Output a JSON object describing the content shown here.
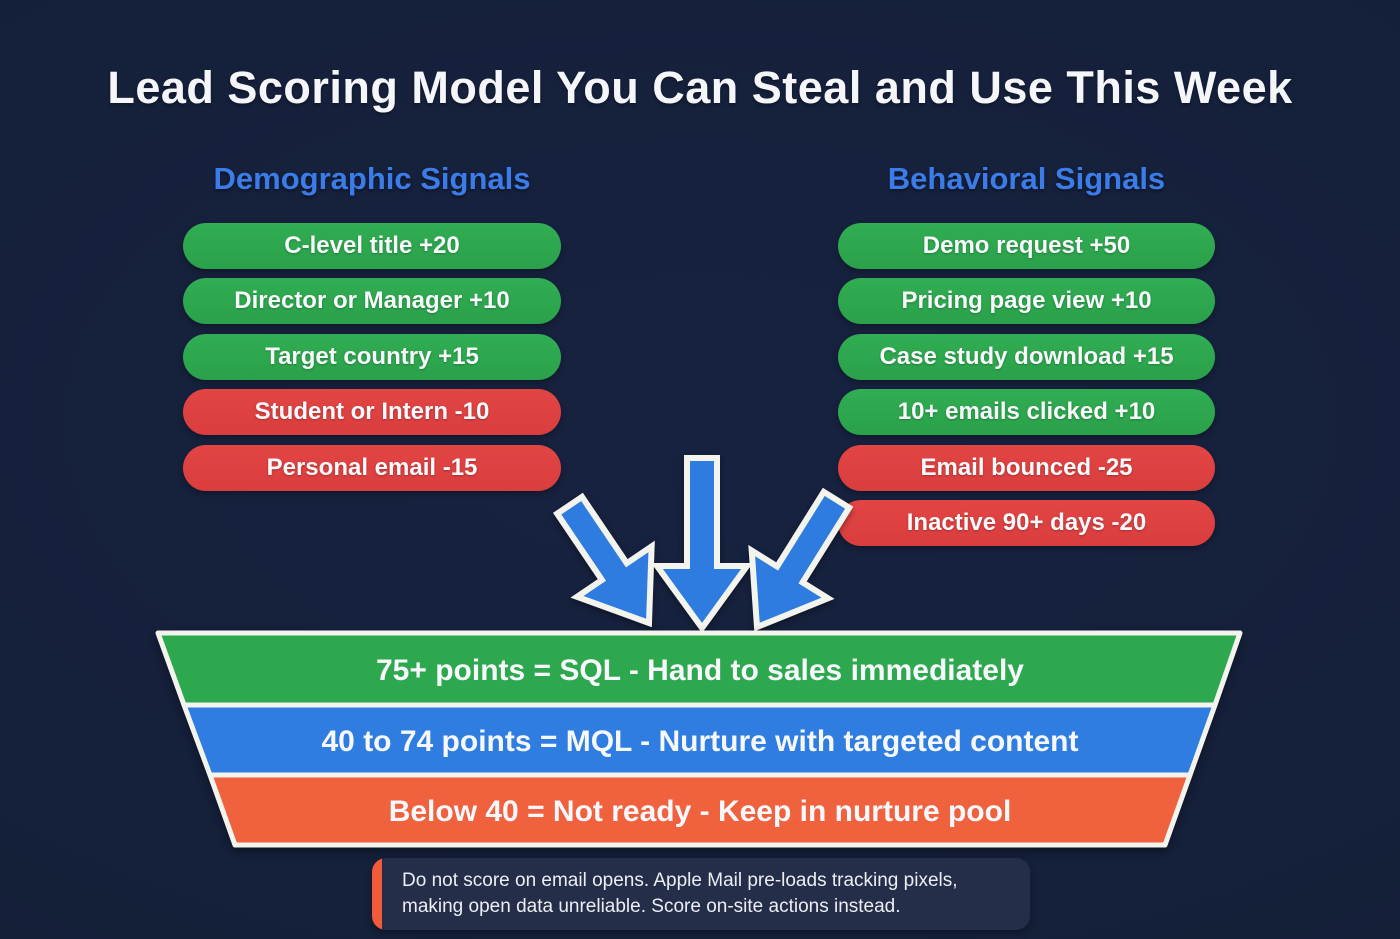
{
  "title": "Lead Scoring Model You Can Steal and Use This Week",
  "columns": [
    {
      "heading": "Demographic Signals",
      "items": [
        {
          "label": "C-level title +20",
          "type": "positive"
        },
        {
          "label": "Director or Manager +10",
          "type": "positive"
        },
        {
          "label": "Target country +15",
          "type": "positive"
        },
        {
          "label": "Student or Intern -10",
          "type": "negative"
        },
        {
          "label": "Personal email -15",
          "type": "negative"
        }
      ]
    },
    {
      "heading": "Behavioral Signals",
      "items": [
        {
          "label": "Demo request +50",
          "type": "positive"
        },
        {
          "label": "Pricing page view +10",
          "type": "positive"
        },
        {
          "label": "Case study download +15",
          "type": "positive"
        },
        {
          "label": "10+ emails clicked +10",
          "type": "positive"
        },
        {
          "label": "Email bounced -25",
          "type": "negative"
        },
        {
          "label": "Inactive 90+ days -20",
          "type": "negative"
        }
      ]
    }
  ],
  "funnel": {
    "tiers": [
      {
        "label": "75+ points = SQL - Hand to sales immediately",
        "color": "#2da84e"
      },
      {
        "label": "40 to 74 points = MQL - Nurture with targeted content",
        "color": "#2f7de0"
      },
      {
        "label": "Below 40 = Not ready - Keep in nurture pool",
        "color": "#f0613e"
      }
    ]
  },
  "note": {
    "line1": "Do not score on email opens. Apple Mail pre-loads tracking pixels,",
    "line2": "making open data unreliable. Score on-site actions instead."
  },
  "colors": {
    "background": "#15203a",
    "heading_blue": "#3b7ce8",
    "pill_green": "#2da84e",
    "pill_red": "#e04141",
    "funnel_green": "#2da84e",
    "funnel_blue": "#2f7de0",
    "funnel_orange": "#f0613e",
    "arrow_blue": "#2f7ce0",
    "outline_white": "#f4f4ef",
    "note_background": "#242e48",
    "note_accent": "#f25a3c"
  }
}
